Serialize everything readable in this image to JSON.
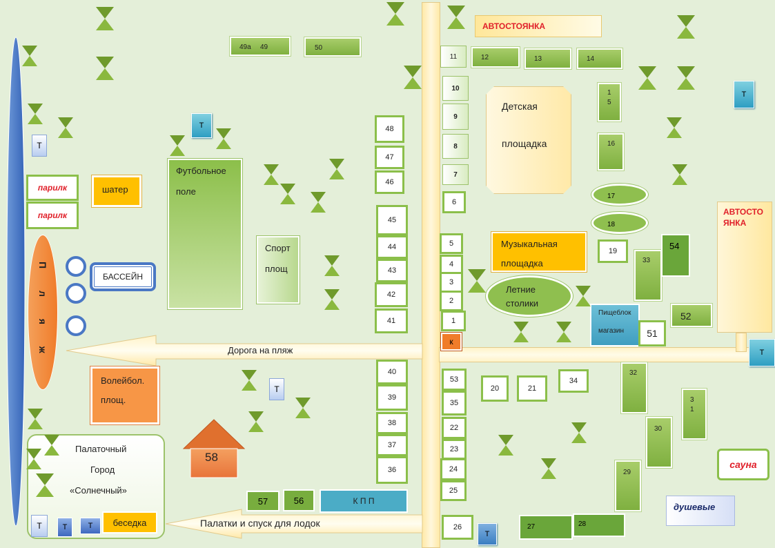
{
  "labels": {
    "parking_top": "АВТОСТОЯНКА",
    "parking_right": "АВТОСТО ЯНКА",
    "kids_line1": "Детская",
    "kids_line2": "площадка",
    "music_line1": "Музыкальная",
    "music_line2": "площадка",
    "summer_line1": "Летние",
    "summer_line2": "столики",
    "football_line1": "Футбольное",
    "football_line2": "поле",
    "sport_line1": "Спорт",
    "sport_line2": "площ",
    "volley_line1": "Волейбол.",
    "volley_line2": "площ.",
    "beach": "П л я ж",
    "pool": "БАССЕЙН",
    "tent_left": "шатер",
    "sauna1": "парилк",
    "sauna2": "парилк",
    "road_beach": "Дорога на пляж",
    "road_tents": "Палатки и спуск для лодок",
    "tent_city_line1": "Палаточный",
    "tent_city_line2": "Город",
    "tent_city_line3": "«Солнечный»",
    "gazebo": "беседка",
    "kpp": "К П П",
    "canteen_line1": "Пищеблок",
    "canteen_line2": "магазин",
    "sauna": "сауна",
    "showers": "душевые",
    "k": "к",
    "toilet": "Т"
  },
  "plots": {
    "p1": "1",
    "p2": "2",
    "p3": "3",
    "p4": "4",
    "p5": "5",
    "p6": "6",
    "p7": "7",
    "p8": "8",
    "p9": "9",
    "p10": "10",
    "p11": "11",
    "p12": "12",
    "p13": "13",
    "p14": "14",
    "p15": "1\n5",
    "p16": "16",
    "p17": "17",
    "p18": "18",
    "p19": "19",
    "p20": "20",
    "p21": "21",
    "p22": "22",
    "p23": "23",
    "p24": "24",
    "p25": "25",
    "p26": "26",
    "p27": "27",
    "p28": "28",
    "p29": "29",
    "p30": "30",
    "p31": "3\n1",
    "p32": "32",
    "p33": "33",
    "p34": "34",
    "p35": "35",
    "p36": "36",
    "p37": "37",
    "p38": "38",
    "p39": "39",
    "p40": "40",
    "p41": "41",
    "p42": "42",
    "p43": "43",
    "p44": "44",
    "p45": "45",
    "p46": "46",
    "p47": "47",
    "p48": "48",
    "p49a": "49а",
    "p49": "49",
    "p50": "50",
    "p51": "51",
    "p52": "52",
    "p53": "53",
    "p54": "54",
    "p56": "56",
    "p57": "57",
    "p58": "58"
  },
  "colors": {
    "background": "#e4efd9",
    "plot_green": "#8fbf4f",
    "orange": "#f79646",
    "yellow": "#ffc000",
    "teal": "#4bacc6",
    "blue": "#4a78c4",
    "red_text": "#e0202a"
  }
}
